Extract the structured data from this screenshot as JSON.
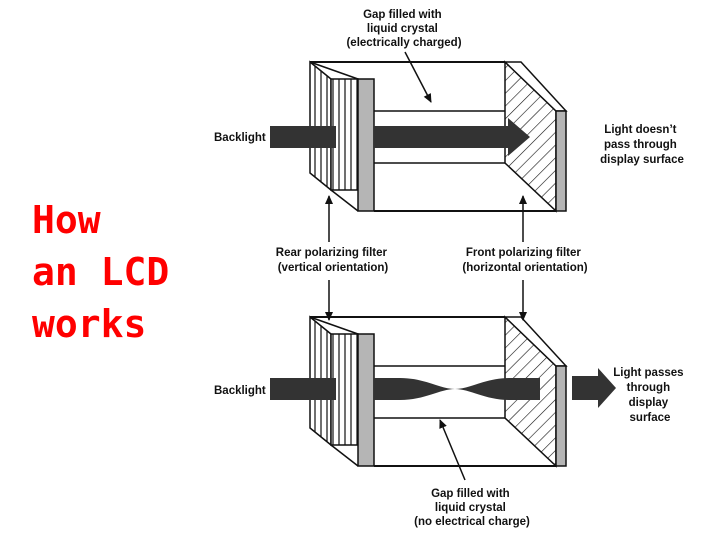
{
  "title_lines": [
    "How",
    "an LCD",
    "works"
  ],
  "labels": {
    "gap_charged": [
      "Gap filled with",
      "liquid crystal",
      "(electrically charged)"
    ],
    "backlight_top": "Backlight",
    "no_pass": [
      "Light doesn’t",
      "pass through",
      "display surface"
    ],
    "rear_filter": [
      "Rear polarizing filter",
      "(vertical orientation)"
    ],
    "front_filter": [
      "Front polarizing filter",
      "(horizontal orientation)"
    ],
    "backlight_bottom": "Backlight",
    "passes": [
      "Light passes",
      "through",
      "display",
      "surface"
    ],
    "gap_uncharged": [
      "Gap filled with",
      "liquid crystal",
      "(no electrical charge)"
    ]
  },
  "colors": {
    "title": "#ff0000",
    "beam": "#333333",
    "outline": "#111111",
    "gray_filter": "#b5b5b5"
  }
}
